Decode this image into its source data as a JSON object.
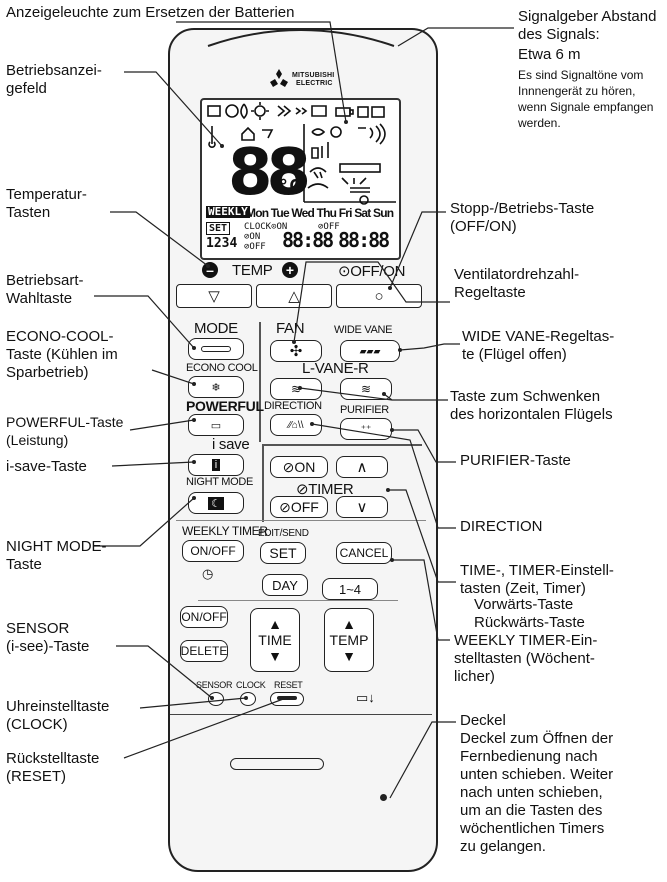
{
  "labels": {
    "battery": "Anzeigeleuchte zum Ersetzen der Batterien",
    "display_1": "Betriebsanzei-",
    "display_2": "gefeld",
    "temp_1": "Temperatur-",
    "temp_2": "Tasten",
    "mode_1": "Betriebsart-",
    "mode_2": "Wahltaste",
    "econo_1": "ECONO-COOL-",
    "econo_2": "Taste (Kühlen im",
    "econo_3": "Sparbetrieb)",
    "powerful_1": "POWERFUL-Taste",
    "powerful_2": "(Leistung)",
    "isave": "i-save-Taste",
    "night_1": "NIGHT MODE-",
    "night_2": "Taste",
    "sensor_1": "SENSOR",
    "sensor_2": "(i-see)-Taste",
    "clock_1": "Uhreinstelltaste",
    "clock_2": "(CLOCK)",
    "reset_1": "Rückstelltaste",
    "reset_2": "(RESET)",
    "signal_1": "Signalgeber Abstand",
    "signal_2": "des Signals:",
    "signal_3": "Etwa 6 m",
    "signal_note_1": "Es sind Signaltöne vom",
    "signal_note_2": "Innnengerät zu hören,",
    "signal_note_3": "wenn Signale empfangen",
    "signal_note_4": "werden.",
    "stop_1": "Stopp-/Betriebs-Taste",
    "stop_2": "(OFF/ON)",
    "fan_1": "Ventilatordrehzahl-",
    "fan_2": "Regeltaste",
    "wide_1": "WIDE VANE-Regeltas-",
    "wide_2": "te (Flügel offen)",
    "swing_1": "Taste zum Schwenken",
    "swing_2": "des horizontalen Flügels",
    "purifier": "PURIFIER-Taste",
    "direction": "DIRECTION",
    "time_1": "TIME-, TIMER-Einstell-",
    "time_2": "tasten (Zeit, Timer)",
    "time_3": "Vorwärts-Taste",
    "time_4": "Rückwärts-Taste",
    "weekly_1": "WEEKLY TIMER-Ein-",
    "weekly_2": "stelltasten (Wöchent-",
    "weekly_3": "licher)",
    "cover_1": "Deckel",
    "cover_2": "Deckel zum Öffnen der",
    "cover_3": "Fernbedienung nach",
    "cover_4": "unten schieben. Weiter",
    "cover_5": "nach unten schieben,",
    "cover_6": "um an die Tasten des",
    "cover_7": "wöchentlichen Timers",
    "cover_8": "zu gelangen."
  },
  "remote": {
    "brand_1": "MITSUBISHI",
    "brand_2": "ELECTRIC",
    "lcd": {
      "big_temp": "88",
      "unit": "°C",
      "weekly": "WEEKLY",
      "days": "Mon Tue Wed Thu Fri Sat Sun",
      "set": "SET",
      "clock_on": "CLOCK⊙ON",
      "off": "⊘OFF",
      "nums": "1234",
      "on": "⊘ON",
      "off2": "⊘OFF",
      "time1": "88:88",
      "time2": "88:88"
    },
    "temp_label": "TEMP",
    "offon_label": "⊙OFF/ON",
    "mode_label": "MODE",
    "econo_label": "ECONO COOL",
    "powerful_label": "POWERFUL",
    "isave_label": "i save",
    "night_label": "NIGHT MODE",
    "fan_label": "FAN",
    "wide_label": "WIDE VANE",
    "lvane_label": "L-VANE-R",
    "direction_label": "DIRECTION",
    "purifier_label": "PURIFIER",
    "on_btn": "⊘ON",
    "timer_label": "⊘TIMER",
    "off_btn": "⊘OFF",
    "weekly_label": "WEEKLY TIMER",
    "onoff_btn": "ON/OFF",
    "editsend_label": "EDIT/SEND",
    "set_btn": "SET",
    "cancel_btn": "CANCEL",
    "day_btn": "DAY",
    "range_btn": "1~4",
    "onoff2_btn": "ON/OFF",
    "delete_btn": "DELETE",
    "time_btn": "TIME",
    "temp_btn": "TEMP",
    "sensor_label": "SENSOR",
    "clock_label": "CLOCK",
    "reset_label": "RESET"
  }
}
